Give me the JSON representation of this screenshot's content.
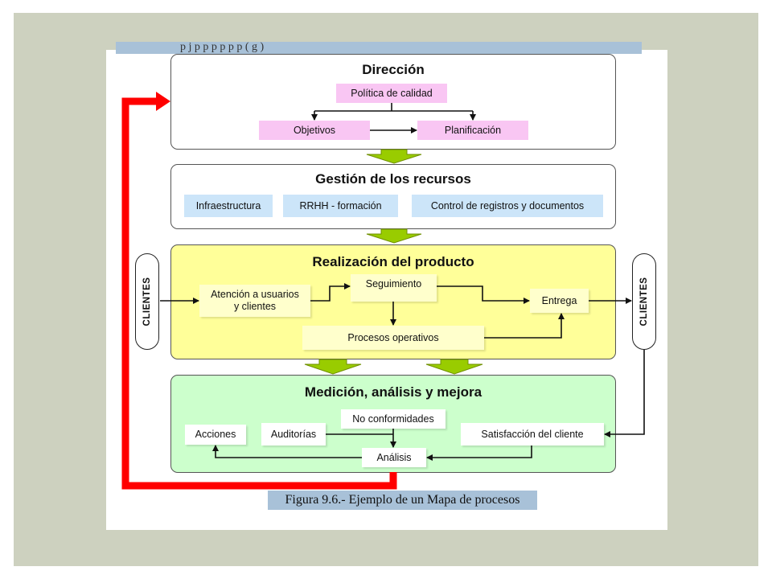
{
  "header_cut_text": "p                    j          p p  p          p   p  p                   (   g        )",
  "panels": {
    "direccion": {
      "title": "Dirección",
      "politica": "Política de calidad",
      "objetivos": "Objetivos",
      "planificacion": "Planificación"
    },
    "gestion": {
      "title": "Gestión de los recursos",
      "infraestructura": "Infraestructura",
      "rrhh": "RRHH - formación",
      "control": "Control de registros y documentos"
    },
    "realizacion": {
      "title": "Realización del producto",
      "atencion_line1": "Atención a usuarios",
      "atencion_line2": "y clientes",
      "seguimiento": "Seguimiento",
      "entrega": "Entrega",
      "procesos": "Procesos operativos"
    },
    "medicion": {
      "title": "Medición, análisis y mejora",
      "acciones": "Acciones",
      "auditorias": "Auditorías",
      "no_conformidades": "No conformidades",
      "satisfaccion": "Satisfacción del cliente",
      "analisis": "Análisis"
    }
  },
  "clientes_left": "CLIENTES",
  "clientes_right": "CLIENTES",
  "caption": "Figura 9.6.- Ejemplo de un Mapa de procesos",
  "colors": {
    "slide_bg": "#cdd1bf",
    "feedback_arrow": "#ff0000",
    "flow_arrow": "#99cc00",
    "pink_box": "#f9c6f3",
    "blue_box": "#cce5f9",
    "yellow_panel": "#ffff99",
    "green_panel": "#ccffcc",
    "caption_bg": "#a8c1d8"
  }
}
